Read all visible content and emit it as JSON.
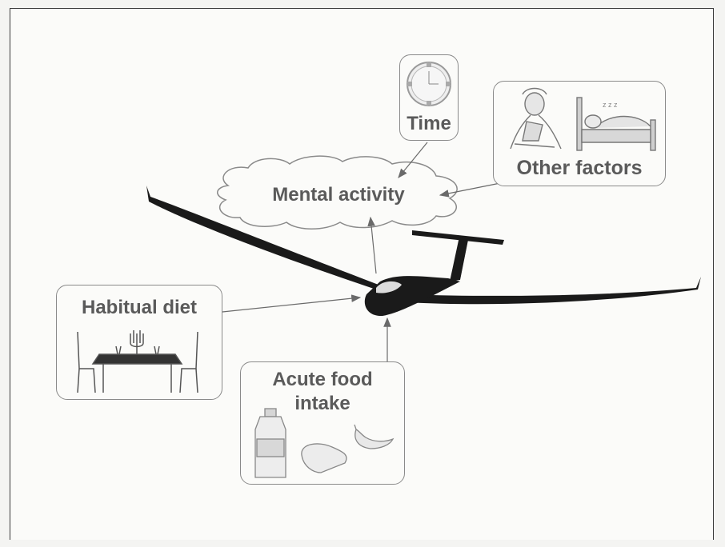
{
  "nodes": {
    "mental_activity": "Mental activity",
    "time": "Time",
    "other_factors": "Other factors",
    "habitual_diet": "Habitual diet",
    "acute_food_intake_line1": "Acute food",
    "acute_food_intake_line2": "intake"
  },
  "icons": {
    "time": "clock-icon",
    "other_factors": [
      "stressed-person-icon",
      "sleeping-person-icon"
    ],
    "habitual_diet": "dining-table-icon",
    "acute_food_intake": [
      "water-bottle-icon",
      "bread-icon",
      "banana-icon"
    ],
    "center": "glider-icon"
  },
  "colors": {
    "text": "#5a5a5a",
    "border": "#8a8a8a",
    "arrow": "#6a6a6a",
    "glider": "#1a1a1a"
  }
}
